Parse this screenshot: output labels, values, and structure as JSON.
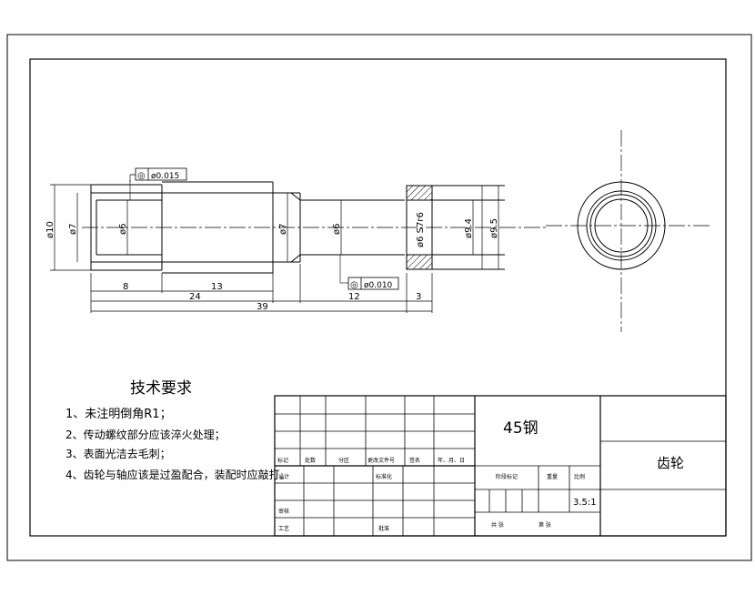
{
  "drawing": {
    "dimensions": {
      "dia_shaft_outer": "ø10",
      "dia_thread_left": "ø7",
      "dia_thread_root": "ø6",
      "dia_body_right": "ø7",
      "dia_neck": "ø6",
      "dia_gear_bore": "ø6 S7r6",
      "dia_gear_hub": "ø9.4",
      "dia_gear_outer": "ø9.5",
      "len_8": "8",
      "len_13": "13",
      "len_24": "24",
      "len_12": "12",
      "len_3": "3",
      "len_39": "39"
    },
    "tolerances": {
      "top_symbol": "◎",
      "top_value": "ø0.015",
      "bottom_symbol": "◎",
      "bottom_value": "ø0.010"
    }
  },
  "tech_requirements": {
    "title": "技术要求",
    "items": [
      "1、未注明倒角R1；",
      "2、传动螺纹部分应该淬火处理；",
      "3、表面光洁去毛刺；",
      "4、齿轮与轴应该是过盈配合，装配时应敲打。"
    ]
  },
  "title_block": {
    "material": "45钢",
    "part_name": "齿轮",
    "scale": "3.5:1",
    "row_labels": [
      "标记",
      "处数",
      "分区",
      "更改文件号",
      "签名",
      "年、月、日"
    ],
    "labels_left": [
      "设计",
      "标准化",
      "审核",
      "工艺",
      "批准"
    ],
    "labels_mid": [
      "阶段标记",
      "重量",
      "比例"
    ],
    "footer": [
      "共 张",
      "第 张"
    ]
  }
}
